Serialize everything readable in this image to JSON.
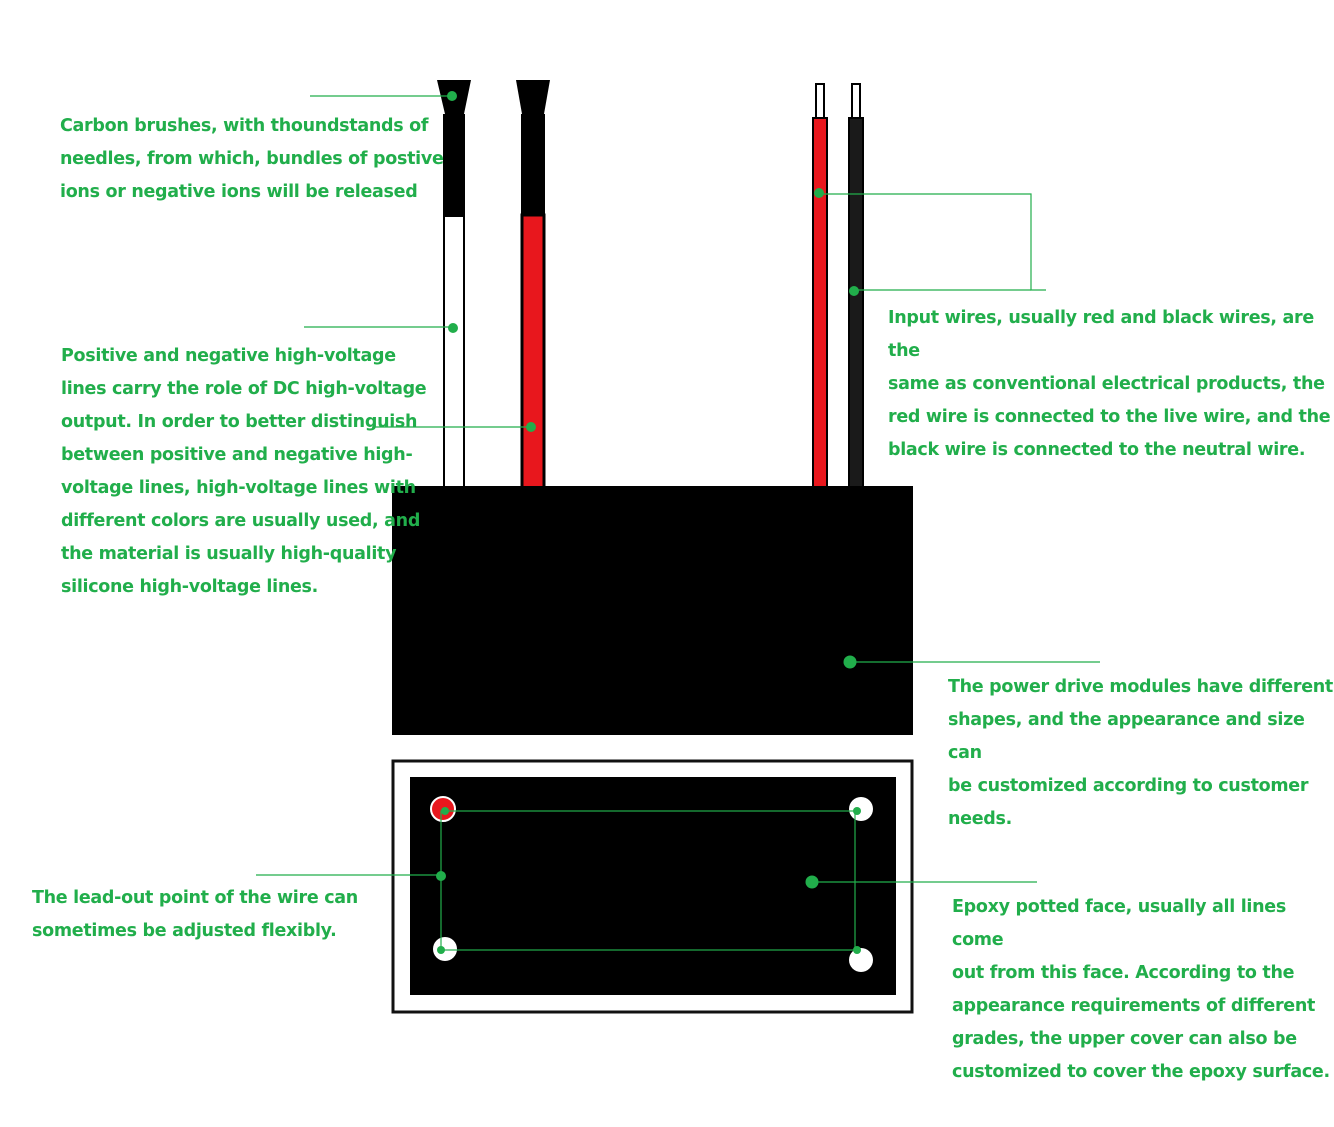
{
  "colors": {
    "annotation": "#21ae4b",
    "body": "#000000",
    "red_wire": "#e8171d",
    "white_wire": "#ffffff",
    "background": "#ffffff"
  },
  "labels": {
    "carbon_brushes": "Carbon brushes, with  thoundstands of\nneedles, from which, bundles of postive\nions or negative ions will be released",
    "hv_lines": "Positive and negative high-voltage\nlines carry the role of DC high-voltage\noutput. In order to better distinguish\nbetween positive and negative high-\nvoltage lines, high-voltage lines with\ndifferent colors are usually used, and\nthe material is usually high-quality\nsilicone high-voltage lines.",
    "input_wires": "Input wires, usually red and black wires, are the\nsame as conventional electrical products, the\nred wire is connected to the live wire, and the\nblack wire is connected to the neutral wire.",
    "module": "The power drive modules have different\nshapes, and the appearance and size can\nbe customized according to customer\nneeds.",
    "lead_out": "The lead-out point of the wire can\nsometimes be adjusted flexibly.",
    "epoxy_face": "Epoxy potted face, usually all lines come\nout from this face. According to the\nappearance requirements of different\ngrades, the upper cover can also be\ncustomized to cover the epoxy surface."
  }
}
